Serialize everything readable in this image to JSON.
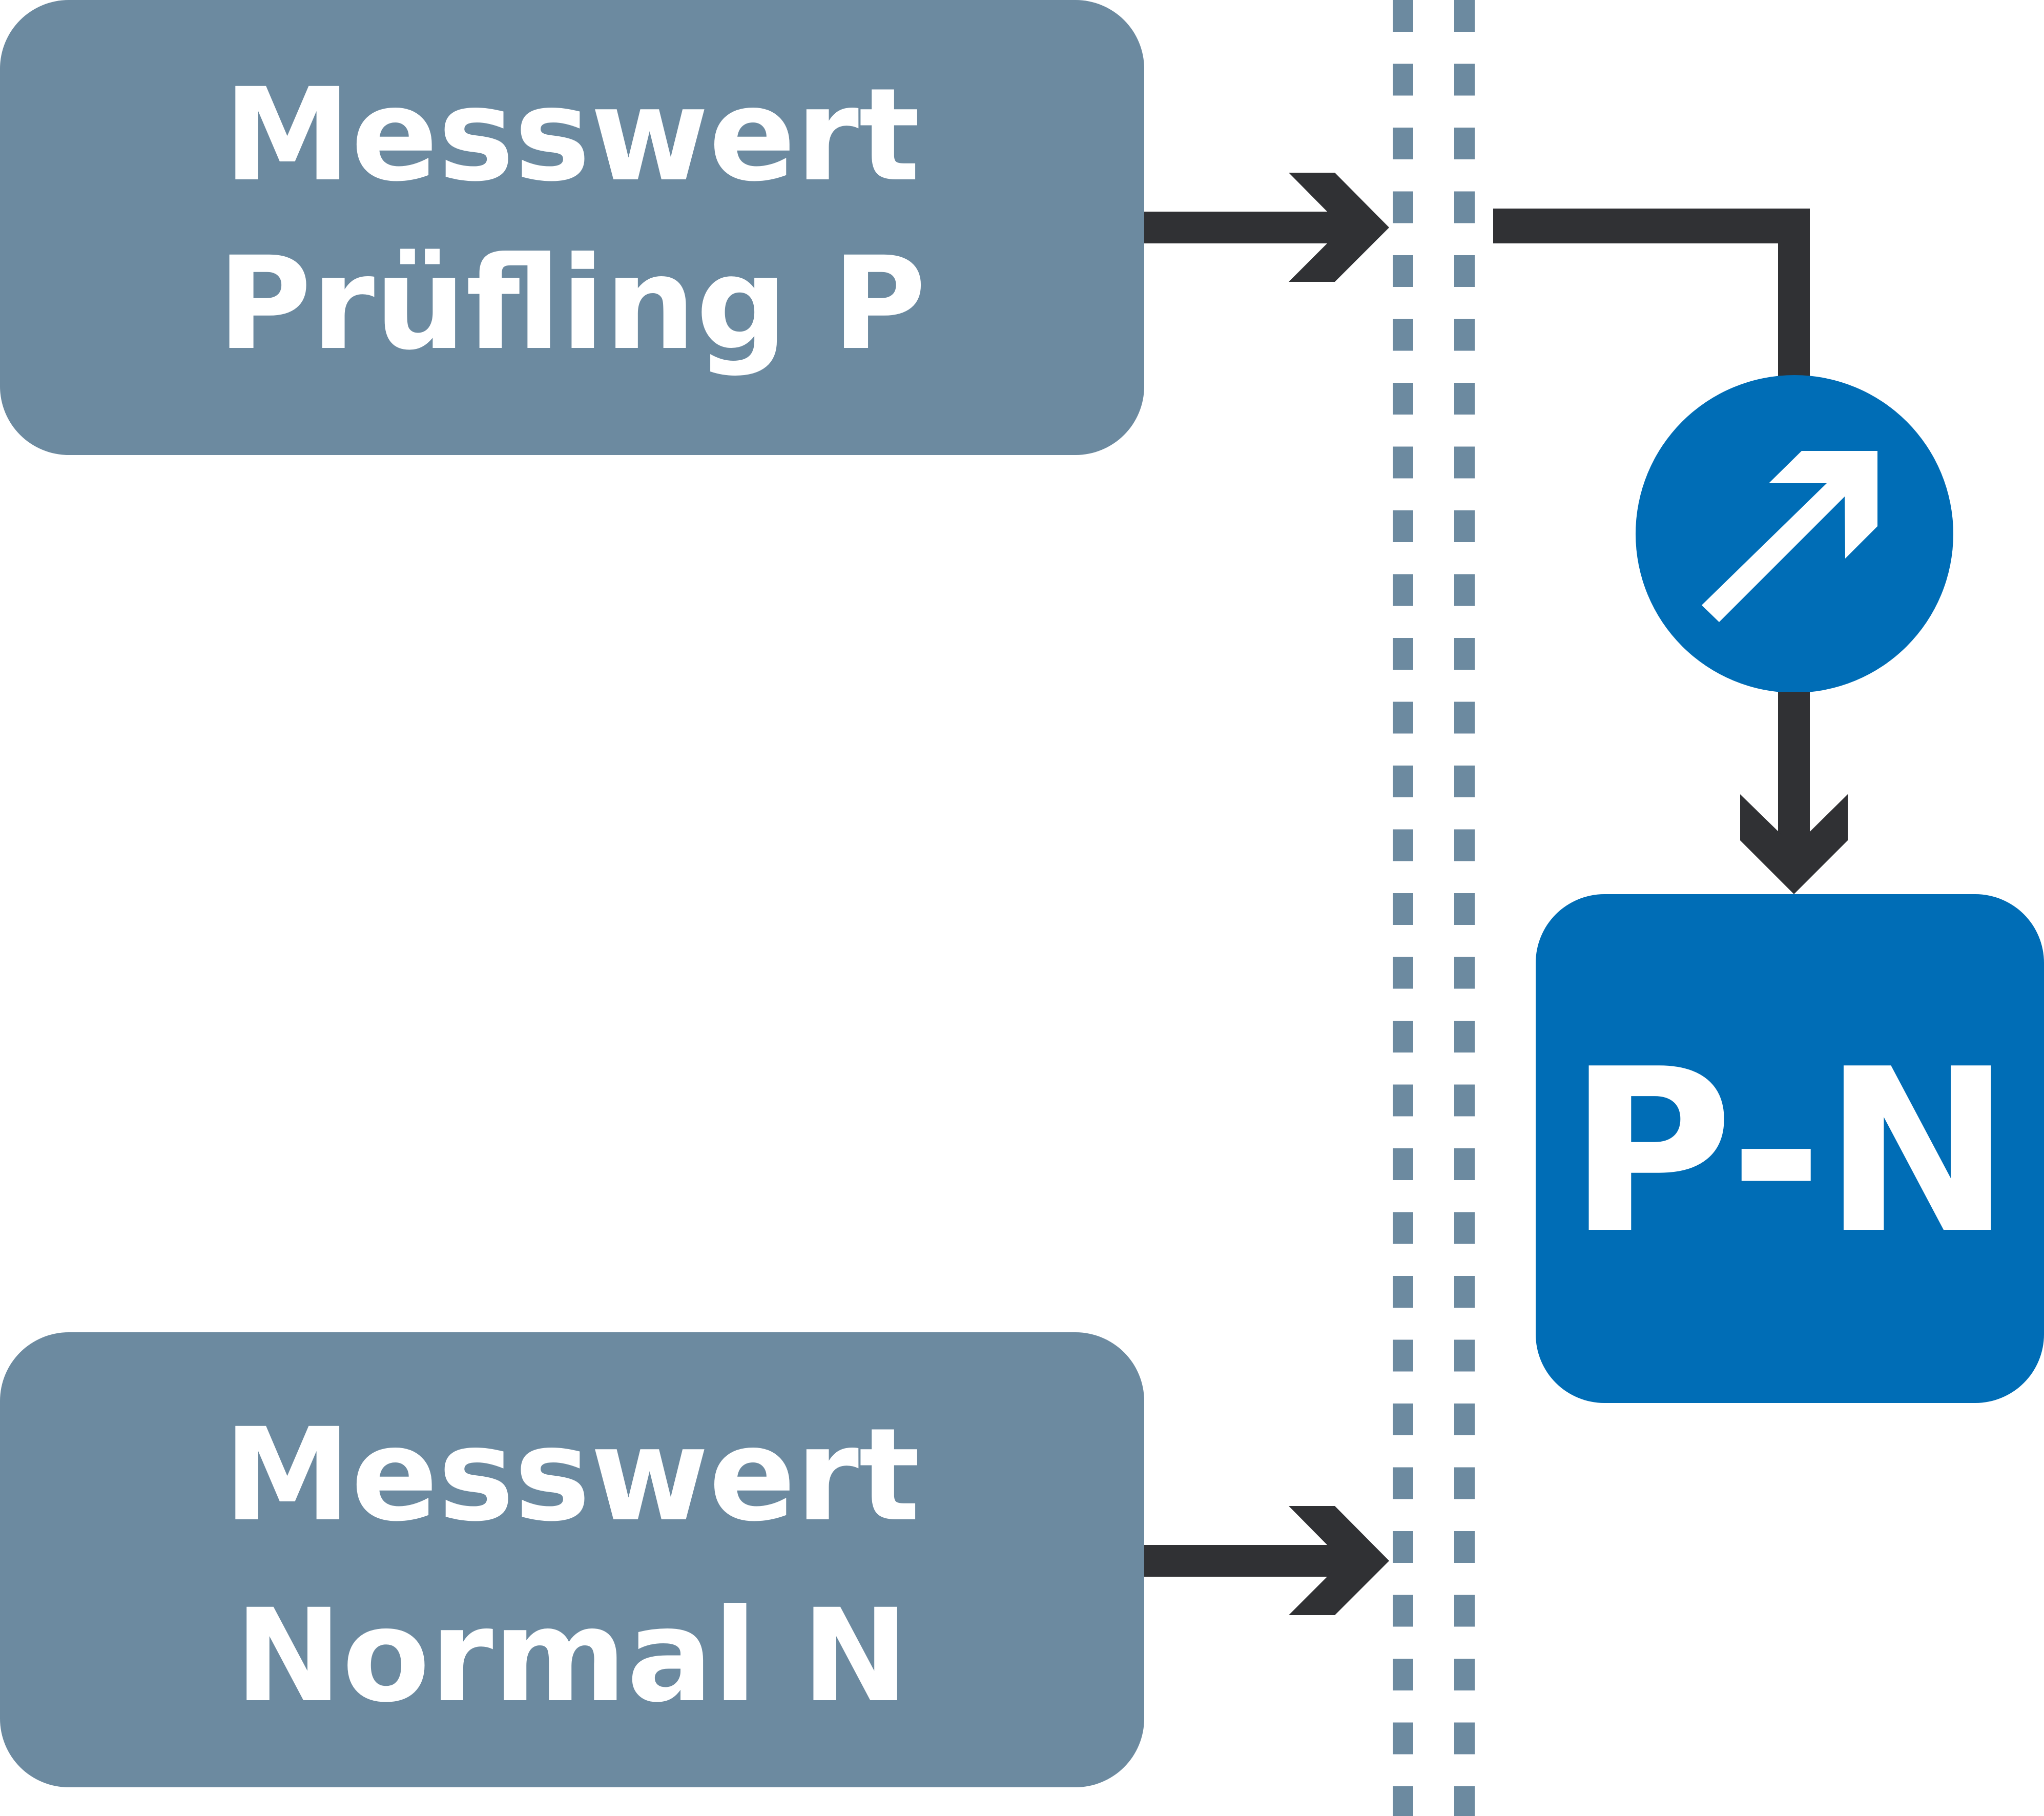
{
  "colors": {
    "input_box": "#6c8aa0",
    "result_box": "#006db6",
    "arrow": "#303134",
    "divider": "#6c8aa0",
    "text": "#ffffff"
  },
  "box_dut": {
    "line1": "Messwert",
    "line2": "Prüfling P"
  },
  "box_reference": {
    "line1": "Messwert",
    "line2": "Normal N"
  },
  "box_result": {
    "label": "P-N"
  },
  "process_node": {
    "icon": "arrow-up-right-icon"
  },
  "divider": {
    "style": "double-dashed"
  }
}
